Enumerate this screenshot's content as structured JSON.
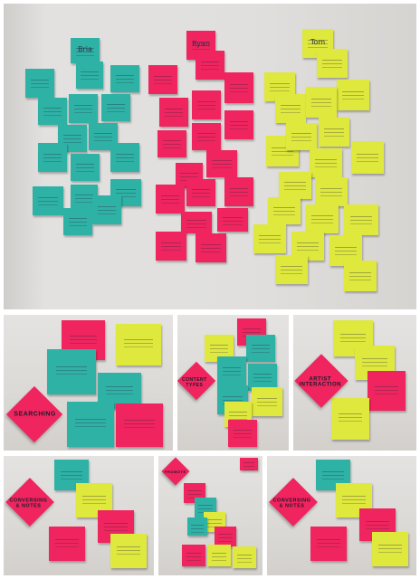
{
  "colors": {
    "teal": "#2fb2a6",
    "pink": "#f0245f",
    "yellow": "#dfe83c",
    "wall": "#e0dfdd"
  },
  "top_wall": {
    "names": {
      "left": "Bria",
      "middle": "Ryan",
      "right": "Tom"
    }
  },
  "clusters": {
    "searching": "SEARCHING",
    "content_types": "CONTENT TYPES",
    "artist_interaction": "ARTIST INTERACTION",
    "conversing_notes_a": "CONVERSING & NOTES",
    "promote": "PROMOTE",
    "conversing_notes_b": "CONVERSING & NOTES"
  }
}
